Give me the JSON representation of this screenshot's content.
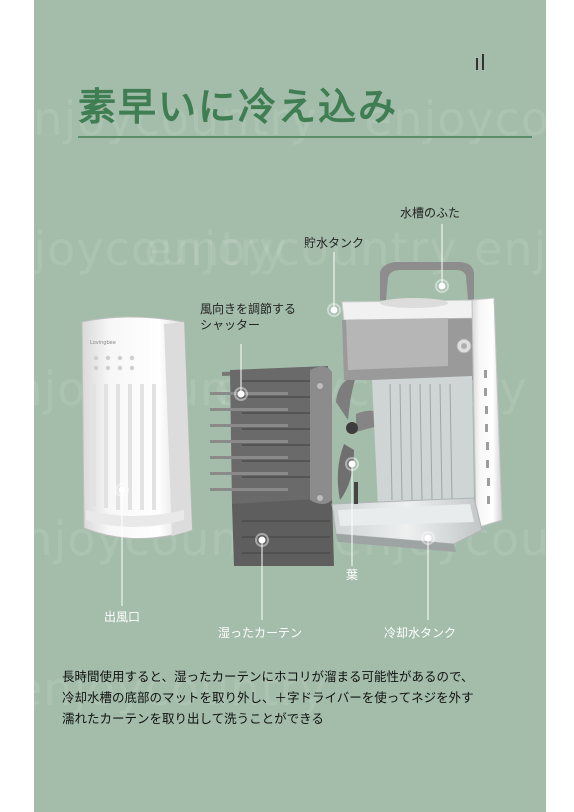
{
  "watermark": "enjoycountry",
  "title": "素早いに冷え込み",
  "labels": {
    "tank_lid": "水槽のふた",
    "water_tank": "貯水タンク",
    "shutter_line1": "風向きを調節する",
    "shutter_line2": "シャッター",
    "outlet": "出風口",
    "wet_curtain": "湿ったカーテン",
    "blade": "葉",
    "cooling_tank": "冷却水タンク"
  },
  "device_brand": "Lovingbee",
  "description": [
    "長時間使用すると、湿ったカーテンにホコリが溜まる可能性があるので、",
    "冷却水槽の底部のマットを取り外し、＋字ドライバーを使ってネジを外す",
    "濡れたカーテンを取り出して洗うことができる"
  ],
  "colors": {
    "background": "#a3bdaa",
    "title": "#3f7d52",
    "device_white": "#f3f3f3",
    "curtain": "#5a5a5a"
  }
}
